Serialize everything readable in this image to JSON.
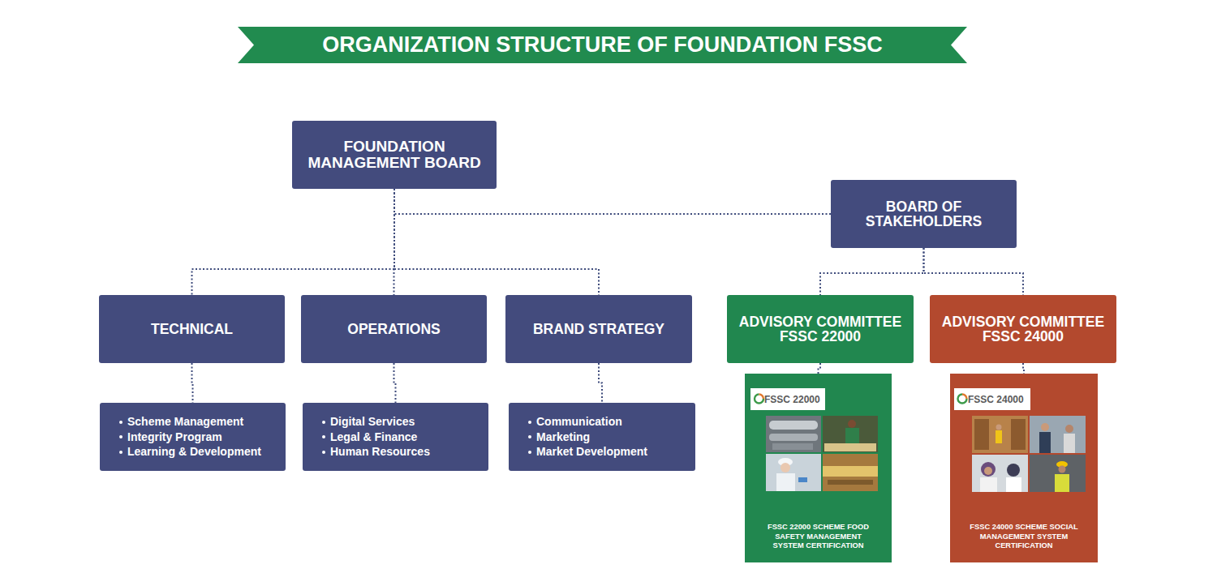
{
  "diagram": {
    "title": "ORGANIZATION STRUCTURE OF FOUNDATION FSSC",
    "nodes": [
      {
        "text": [
          "FOUNDATION MANAGEMENT BOARD"
        ]
      },
      {
        "text": [
          "BOARD OF STAKEHOLDERS"
        ]
      },
      {
        "text": [
          "TECHNICAL"
        ]
      },
      {
        "text": [
          "OPERATIONS"
        ]
      },
      {
        "text": [
          "BRAND STRATEGY"
        ]
      },
      {
        "text": [
          "ADVISORY COMMITTEE FSSC 22000"
        ]
      },
      {
        "text": [
          "ADVISORY COMMITTEE FSSC 24000"
        ]
      },
      {
        "text": [
          "Scheme Management",
          "Integrity Program",
          "Learning & Development"
        ]
      },
      {
        "text": [
          "Digital Services",
          "Legal & Finance",
          "Human Resources"
        ]
      },
      {
        "text": [
          "Communication",
          "Marketing",
          "Market Development"
        ]
      },
      {
        "text": [
          "FSSC 22000 SCHEME FOOD SAFETY MANAGEMENT SYSTEM CERTIFICATION"
        ]
      },
      {
        "text": [
          "FSSC 22000"
        ],
        "in": 10
      },
      {
        "text": [
          "FSSC 24000 SCHEME SOCIAL MANAGEMENT SYSTEM CERTIFICATION"
        ]
      },
      {
        "text": [
          "FSSC 24000"
        ],
        "in": 12
      }
    ],
    "edges": [
      {
        "from": 0,
        "to": 1,
        "arrow": "none"
      },
      {
        "from": 0,
        "to": 2,
        "arrow": "none"
      },
      {
        "from": 0,
        "to": 3,
        "arrow": "none"
      },
      {
        "from": 0,
        "to": 4,
        "arrow": "none"
      },
      {
        "from": 2,
        "to": 7,
        "arrow": "none"
      },
      {
        "from": 3,
        "to": 8,
        "arrow": "none"
      },
      {
        "from": 4,
        "to": 9,
        "arrow": "none"
      },
      {
        "from": 1,
        "to": 5,
        "arrow": "none"
      },
      {
        "from": 1,
        "to": 6,
        "arrow": "none"
      },
      {
        "from": 5,
        "to": 10,
        "arrow": "none"
      },
      {
        "from": 6,
        "to": 12,
        "arrow": "none"
      }
    ]
  }
}
